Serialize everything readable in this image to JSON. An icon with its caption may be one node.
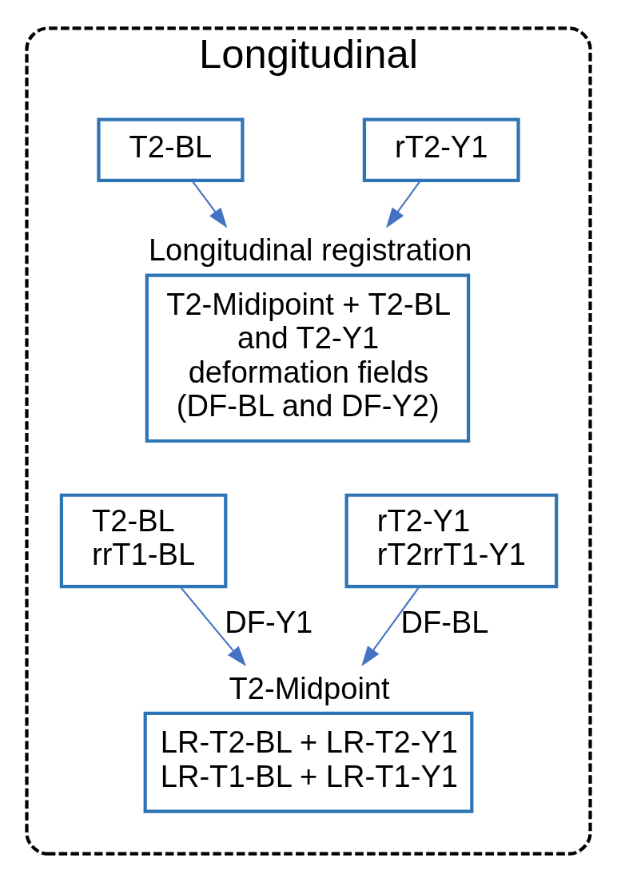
{
  "diagram": {
    "nodes": [
      {
        "text": [
          "Longitudinal"
        ]
      },
      {
        "text": [
          "T2-BL"
        ],
        "in": 0
      },
      {
        "text": [
          "rT2-Y1"
        ],
        "in": 0
      },
      {
        "text": [
          "Longitudinal registration",
          "T2-Midipoint + T2-BL and T2-Y1 deformation fields (DF-BL and DF-Y2)"
        ],
        "in": 0
      },
      {
        "text": [
          "T2-BL",
          "rrT1-BL"
        ],
        "in": 0
      },
      {
        "text": [
          "rT2-Y1",
          "rT2rrT1-Y1"
        ],
        "in": 0
      },
      {
        "text": [
          "T2-Midpoint",
          "LR-T2-BL + LR-T2-Y1",
          "LR-T1-BL + LR-T1-Y1"
        ],
        "in": 0
      }
    ],
    "edges": [
      {
        "from": 1,
        "to": 3,
        "arrow": "to"
      },
      {
        "from": 2,
        "to": 3,
        "arrow": "to"
      },
      {
        "from": 4,
        "to": 6,
        "arrow": "to",
        "label": "DF-Y1"
      },
      {
        "from": 5,
        "to": 6,
        "arrow": "to",
        "label": "DF-BL"
      }
    ]
  }
}
